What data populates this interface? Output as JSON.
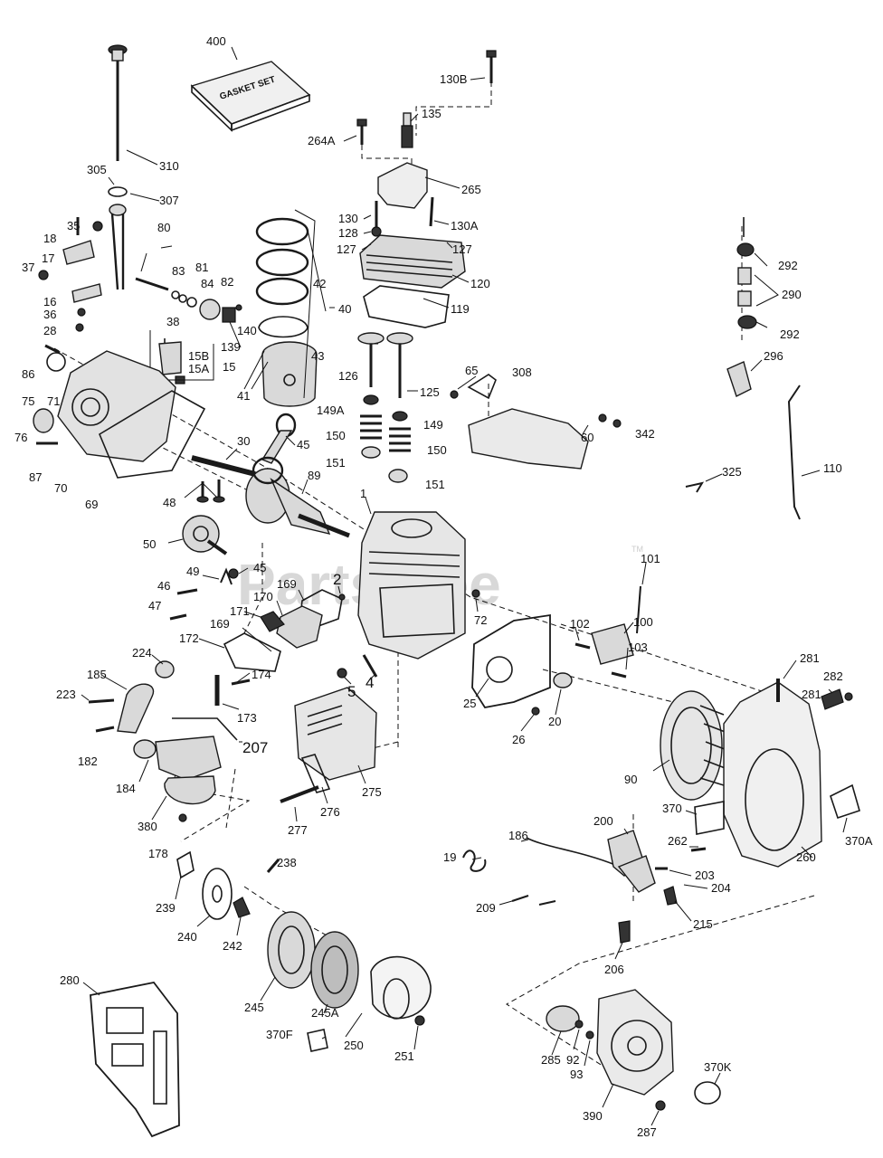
{
  "watermark": "PartsTree",
  "watermark_tm": "TM",
  "gasket_box_text": "GASKET SET",
  "labels": {
    "l400": "400",
    "l130B": "130B",
    "l135": "135",
    "l264A": "264A",
    "l265": "265",
    "l310": "310",
    "l305": "305",
    "l307": "307",
    "l130": "130",
    "l128": "128",
    "l127a": "127",
    "l127b": "127",
    "l130A": "130A",
    "l120": "120",
    "l119": "119",
    "l42": "42",
    "l40": "40",
    "l35": "35",
    "l18": "18",
    "l17": "17",
    "l37": "37",
    "l16": "16",
    "l36": "36",
    "l28": "28",
    "l80": "80",
    "l83": "83",
    "l81": "81",
    "l84": "84",
    "l82": "82",
    "l139": "139",
    "l140": "140",
    "l38": "38",
    "l15B": "15B",
    "l15A": "15A",
    "l15": "15",
    "l43": "43",
    "l41": "41",
    "l86": "86",
    "l75": "75",
    "l71": "71",
    "l76": "76",
    "l87": "87",
    "l70": "70",
    "l69": "69",
    "l126": "126",
    "l125": "125",
    "l149A": "149A",
    "l149": "149",
    "l150a": "150",
    "l150b": "150",
    "l151a": "151",
    "l151b": "151",
    "l65": "65",
    "l308": "308",
    "l60": "60",
    "l342": "342",
    "l292a": "292",
    "l290": "290",
    "l292b": "292",
    "l296": "296",
    "l325": "325",
    "l110": "110",
    "l30": "30",
    "l45a": "45",
    "l89": "89",
    "l48": "48",
    "l50": "50",
    "l1": "1",
    "l49": "49",
    "l45b": "45",
    "l46": "46",
    "l47": "47",
    "l2": "2",
    "l169a": "169",
    "l170": "170",
    "l171": "171",
    "l169b": "169",
    "l172": "172",
    "l174": "174",
    "l173": "173",
    "l5": "5",
    "l4": "4",
    "l72": "72",
    "l101": "101",
    "l100": "100",
    "l102": "102",
    "l103": "103",
    "l25": "25",
    "l26": "26",
    "l20": "20",
    "l224": "224",
    "l185": "185",
    "l223": "223",
    "l182": "182",
    "l207": "207",
    "l184": "184",
    "l380": "380",
    "l178": "178",
    "l275": "275",
    "l276": "276",
    "l277": "277",
    "l281a": "281",
    "l282": "282",
    "l281b": "281",
    "l90": "90",
    "l370": "370",
    "l260": "260",
    "l370A": "370A",
    "l186": "186",
    "l200": "200",
    "l19": "19",
    "l262": "262",
    "l203": "203",
    "l204": "204",
    "l209": "209",
    "l215": "215",
    "l206": "206",
    "l239": "239",
    "l238": "238",
    "l240": "240",
    "l242": "242",
    "l245": "245",
    "l245A": "245A",
    "l250": "250",
    "l370F": "370F",
    "l251": "251",
    "l280": "280",
    "l285": "285",
    "l92": "92",
    "l93": "93",
    "l370K": "370K",
    "l390": "390",
    "l287": "287"
  }
}
